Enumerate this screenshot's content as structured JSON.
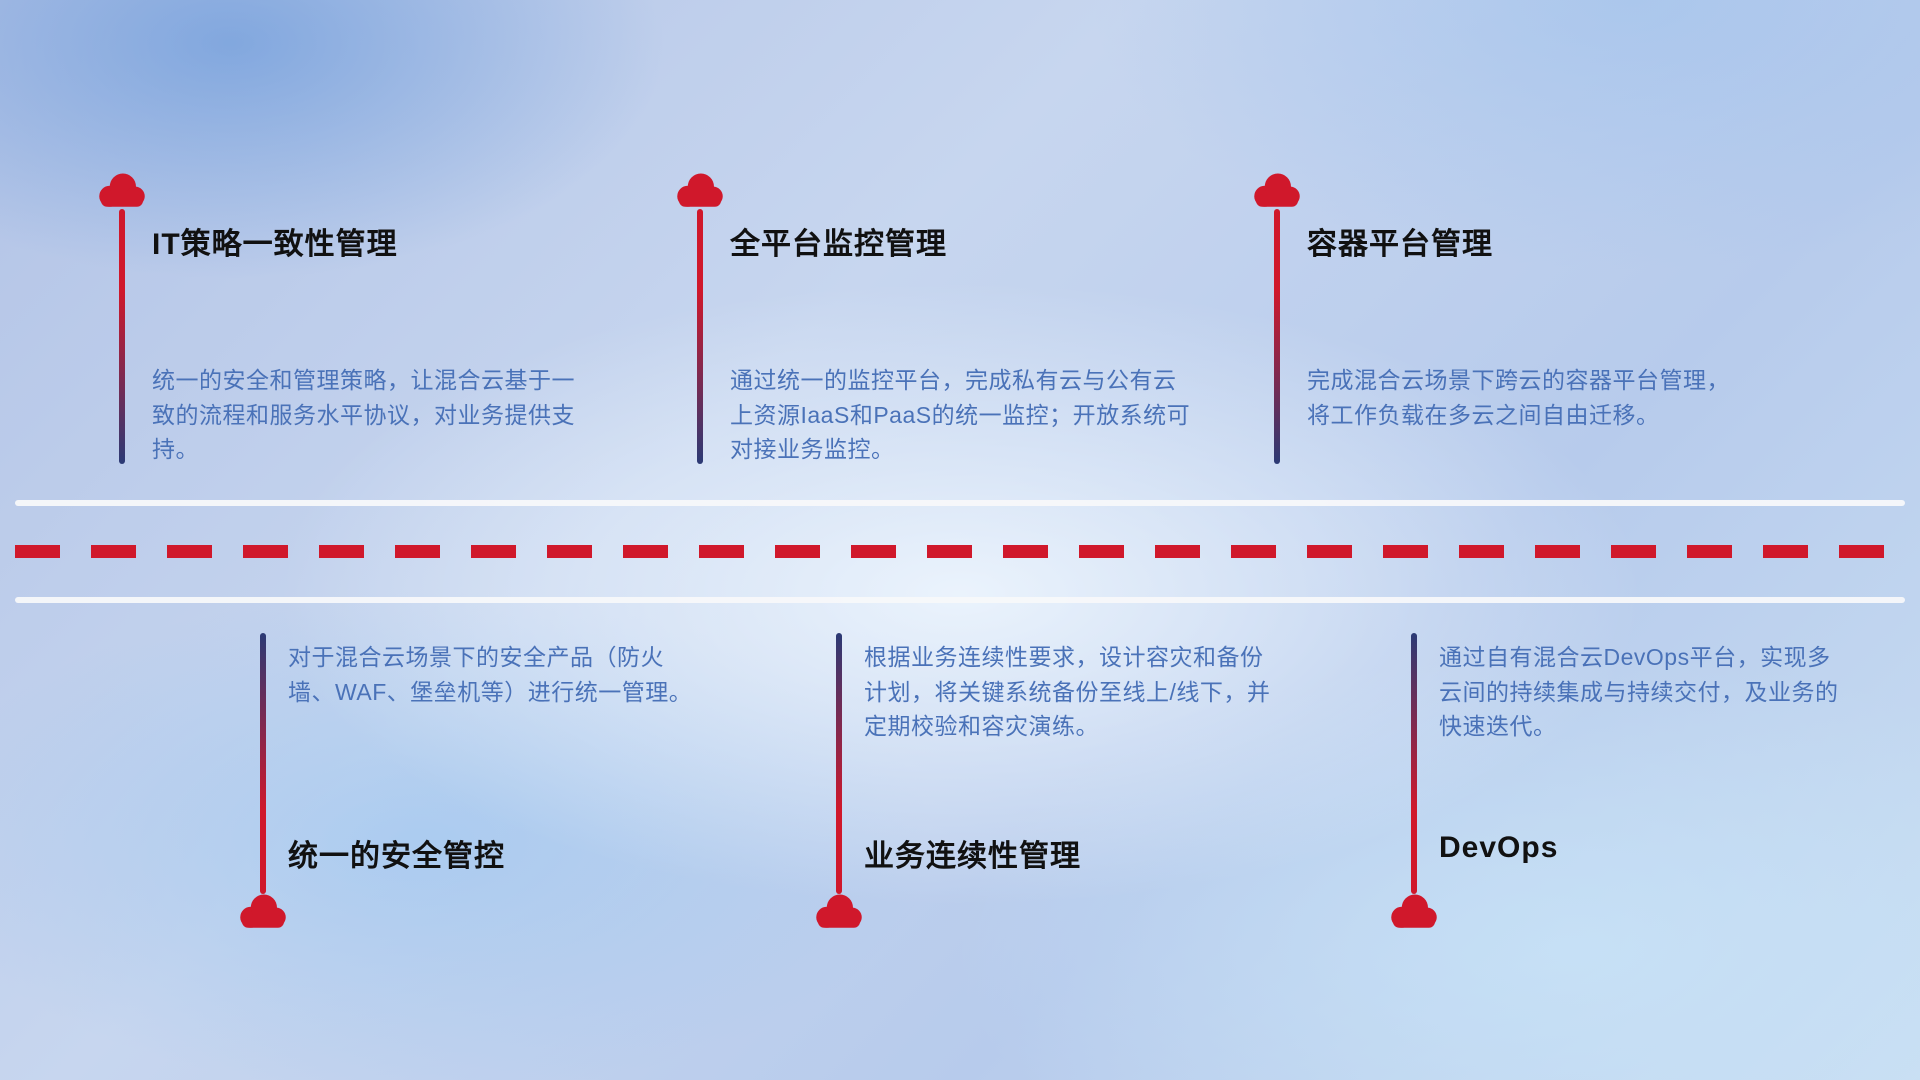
{
  "items": [
    {
      "id": "it-policy",
      "position": "top",
      "title": "IT策略一致性管理",
      "description": "统一的安全和管理策略，让混合云基于一致的流程和服务水平协议，对业务提供支持。"
    },
    {
      "id": "platform-monitoring",
      "position": "top",
      "title": "全平台监控管理",
      "description": "通过统一的监控平台，完成私有云与公有云上资源IaaS和PaaS的统一监控；开放系统可对接业务监控。"
    },
    {
      "id": "container-platform",
      "position": "top",
      "title": "容器平台管理",
      "description": "完成混合云场景下跨云的容器平台管理，将工作负载在多云之间自由迁移。"
    },
    {
      "id": "unified-security",
      "position": "bottom",
      "title": "统一的安全管控",
      "description": "对于混合云场景下的安全产品（防火墙、WAF、堡垒机等）进行统一管理。"
    },
    {
      "id": "business-continuity",
      "position": "bottom",
      "title": "业务连续性管理",
      "description": "根据业务连续性要求，设计容灾和备份计划，将关键系统备份至线上/线下，并定期校验和容灾演练。"
    },
    {
      "id": "devops",
      "position": "bottom",
      "title": "DevOps",
      "description": "通过自有混合云DevOps平台，实现多云间的持续集成与持续交付，及业务的快速迭代。"
    }
  ],
  "colors": {
    "accent_red": "#d0182b",
    "line_navy": "#2b3a75",
    "desc_blue": "#4a72b8",
    "title_color": "#111111",
    "road_white": "#f7f8fa"
  }
}
